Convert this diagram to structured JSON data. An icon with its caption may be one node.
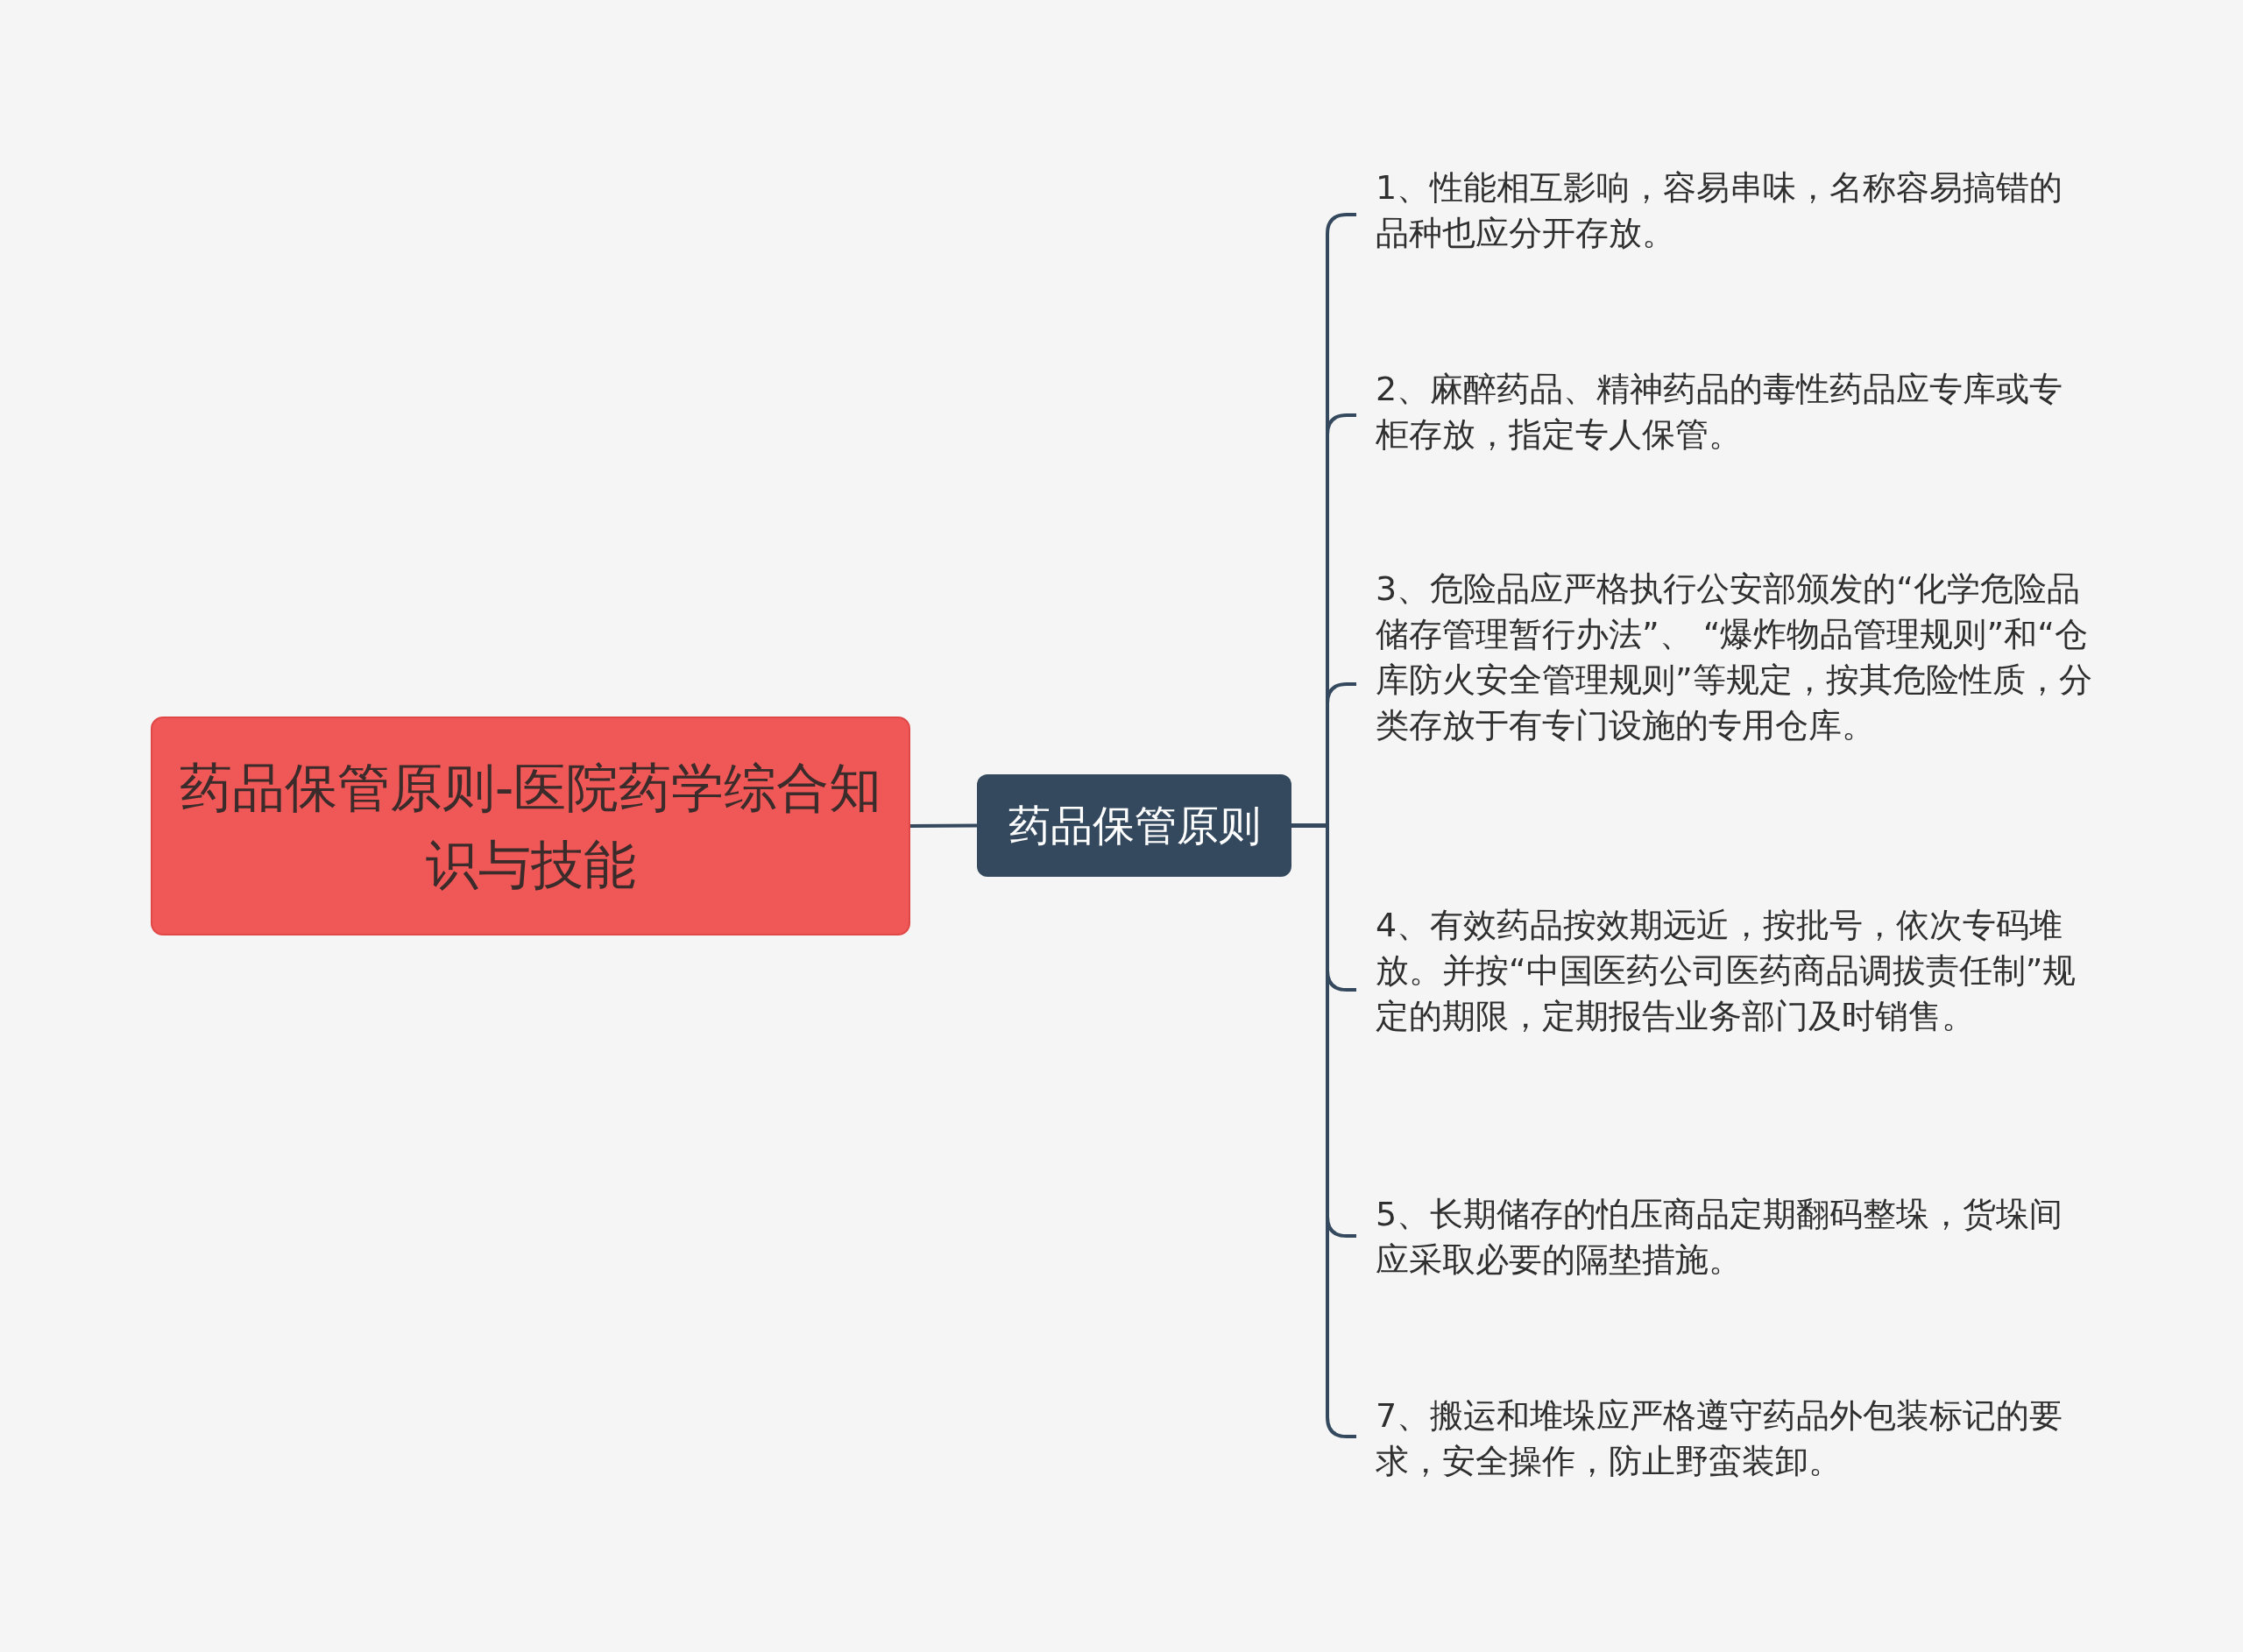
{
  "diagram": {
    "nodes": [
      {
        "text": [
          "药品保管原则-医院药学综合知识与技能"
        ]
      },
      {
        "text": [
          "药品保管原则"
        ]
      },
      {
        "text": [
          "1、性能相互影响，容易串味，名称容易搞错的品种也应分开存放。"
        ]
      },
      {
        "text": [
          "2、麻醉药品、精神药品的毒性药品应专库或专柜存放，指定专人保管。"
        ]
      },
      {
        "text": [
          "3、危险品应严格执行公安部颁发的“化学危险品储存管理暂行办法”、 “爆炸物品管理规则”和“仓库防火安全管理规则”等规定，按其危险性质，分类存放于有专门设施的专用仓库。"
        ]
      },
      {
        "text": [
          "4、有效药品按效期远近，按批号，依次专码堆放。并按“中国医药公司医药商品调拔责任制”规定的期限，定期报告业务部门及时销售。"
        ]
      },
      {
        "text": [
          "5、长期储存的怕压商品定期翻码整垛，货垛间应采取必要的隔垫措施。"
        ]
      },
      {
        "text": [
          "7、搬运和堆垛应严格遵守药品外包装标记的要求，安全操作，防止野蛮装卸。"
        ]
      }
    ],
    "edges": [
      {
        "from": 0,
        "to": 1,
        "arrow": "none"
      },
      {
        "from": 1,
        "to": 2,
        "arrow": "none"
      },
      {
        "from": 1,
        "to": 3,
        "arrow": "none"
      },
      {
        "from": 1,
        "to": 4,
        "arrow": "none"
      },
      {
        "from": 1,
        "to": 5,
        "arrow": "none"
      },
      {
        "from": 1,
        "to": 6,
        "arrow": "none"
      },
      {
        "from": 1,
        "to": 7,
        "arrow": "none"
      }
    ]
  }
}
